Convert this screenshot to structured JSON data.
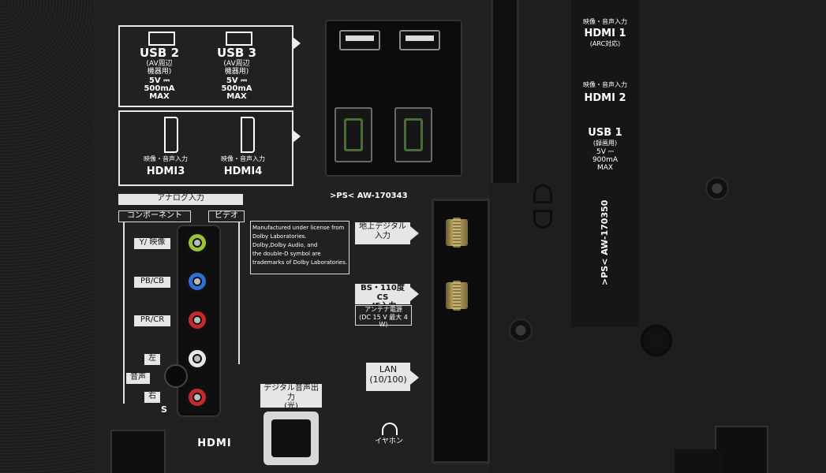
{
  "usb_label_box": {
    "usb2": {
      "title": "USB 2",
      "sub1": "(AV周辺",
      "sub2": "機器用)",
      "power1": "5V ⎓",
      "power2": "500mA",
      "power3": "MAX"
    },
    "usb3": {
      "title": "USB 3",
      "sub1": "(AV周辺",
      "sub2": "機器用)",
      "power1": "5V ⎓",
      "power2": "500mA",
      "power3": "MAX"
    }
  },
  "hdmi_label_box": {
    "hdmi3": {
      "caption": "映像・音声入力",
      "name": "HDMI3"
    },
    "hdmi4": {
      "caption": "映像・音声入力",
      "name": "HDMI4"
    }
  },
  "analog": {
    "header": "アナログ入力",
    "component": "コンポーネント",
    "video": "ビデオ",
    "y": "Y/ 映像",
    "pb": "PB/CB",
    "pr": "PR/CR",
    "left": "左",
    "audio": "音声",
    "right": "右",
    "s_mark": "S"
  },
  "model_main": ">PS<  AW-170343",
  "dolby_notice": [
    "Manufactured under license from",
    "Dolby Laboratories.",
    "Dolby,Dolby Audio, and",
    "the double-D symbol are",
    "trademarks of Dolby Laboratories."
  ],
  "terrestrial": [
    "地上デジタル",
    "入力"
  ],
  "bs_cs": [
    "BS・110度CS",
    "-IF入力"
  ],
  "antenna_power": [
    "アンテナ電源",
    "(DC 15 V 最大 4 W)"
  ],
  "lan": [
    "LAN",
    "(10/100)"
  ],
  "digital_audio": [
    "デジタル音声出力",
    "(光)"
  ],
  "hdmi_logo": "HDMI",
  "earphone": "イヤホン",
  "right_strip": {
    "hdmi1_caption": "映像・音声入力",
    "hdmi1": "HDMI 1",
    "hdmi1_sub": "(ARC対応)",
    "hdmi2_caption": "映像・音声入力",
    "hdmi2": "HDMI 2",
    "usb1": "USB 1",
    "usb1_sub": "(録画用)",
    "usb1_power1": "5V ⎓",
    "usb1_power2": "900mA",
    "usb1_power3": "MAX",
    "model": ">PS< AW-170350"
  }
}
